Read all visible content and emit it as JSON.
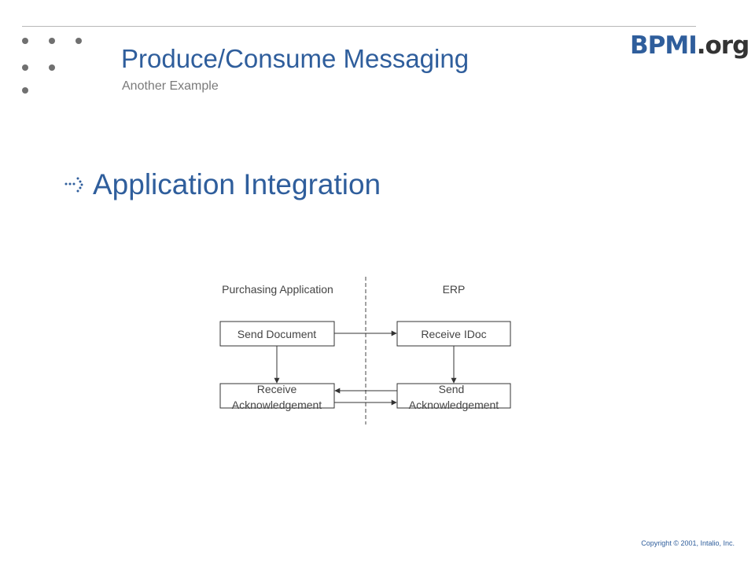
{
  "header": {
    "title": "Produce/Consume Messaging",
    "subtitle": "Another Example",
    "logo_main": "BPMI",
    "logo_ext": ".org"
  },
  "bullet": {
    "text": "Application Integration"
  },
  "diagram": {
    "lanes": [
      "Purchasing Application",
      "ERP"
    ],
    "boxes": {
      "send_document": [
        "Send Document"
      ],
      "receive_idoc": [
        "Receive IDoc"
      ],
      "receive_ack": [
        "Receive",
        "Acknowledgement"
      ],
      "send_ack": [
        "Send",
        "Acknowledgement"
      ]
    },
    "flows": [
      {
        "from": "Send Document",
        "to": "Receive IDoc"
      },
      {
        "from": "Send Document",
        "to": "Receive Acknowledgement"
      },
      {
        "from": "Receive IDoc",
        "to": "Send Acknowledgement"
      },
      {
        "from": "Send Acknowledgement",
        "to": "Receive Acknowledgement"
      },
      {
        "from": "Receive Acknowledgement",
        "to": "Send Acknowledgement"
      }
    ]
  },
  "footer": {
    "copyright": "Copyright © 2001, Intalio, Inc."
  },
  "colors": {
    "accent": "#2f5e9c",
    "text_gray": "#7a7a7a",
    "dot_gray": "#707070",
    "line": "#333333"
  }
}
